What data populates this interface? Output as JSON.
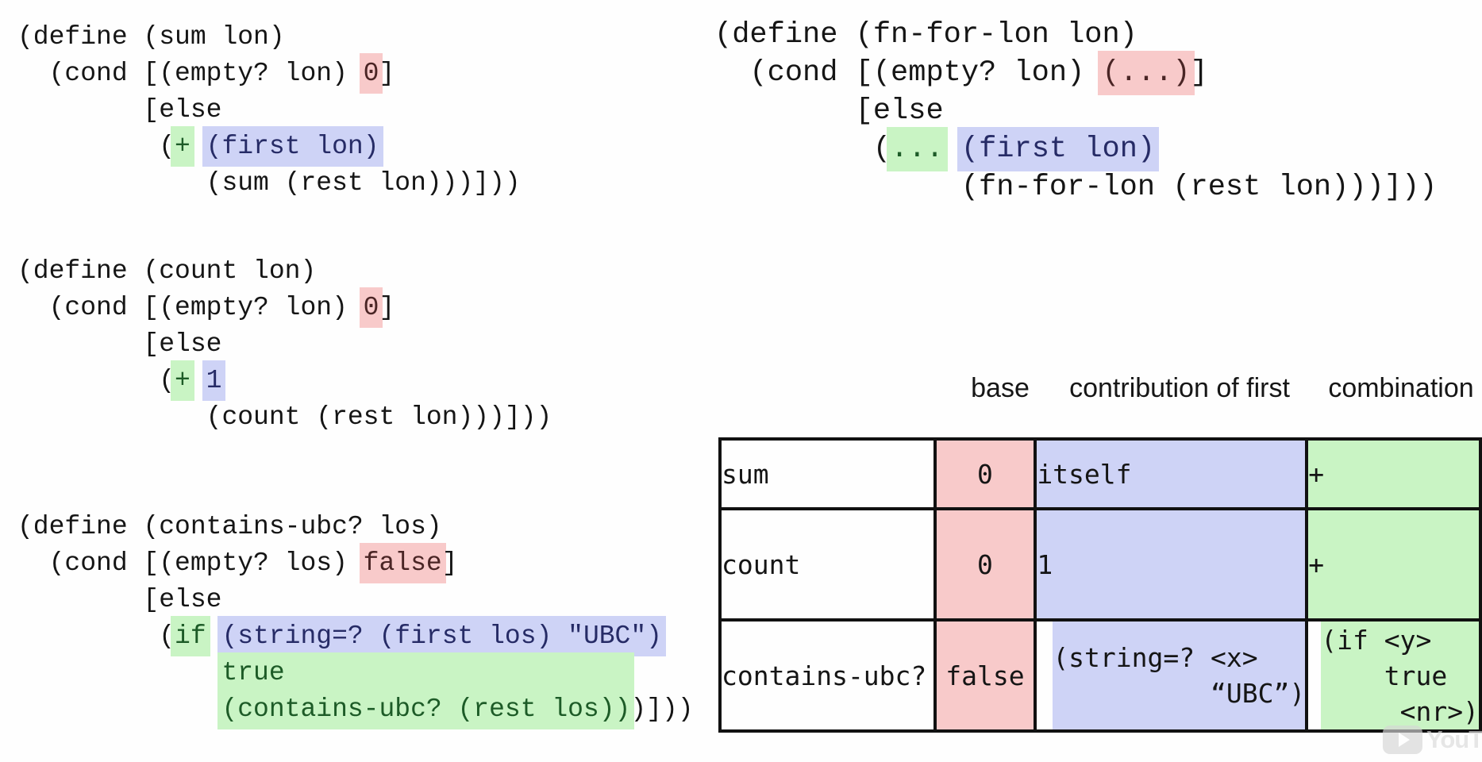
{
  "palette": {
    "highlight_pink": "#f8caca",
    "highlight_blue": "#ced3f6",
    "highlight_green": "#c9f4c4",
    "code_text": "#151515",
    "pink_text": "#4a2525",
    "blue_text": "#262b66",
    "green_text": "#1d5b27",
    "table_border": "#111111"
  },
  "code_blocks": [
    {
      "id": "sum",
      "lines": [
        [
          {
            "t": "(define (sum lon)"
          }
        ],
        [
          {
            "t": "  (cond [(empty? lon) "
          },
          {
            "t": "0",
            "hl": "pink"
          },
          {
            "t": "]"
          }
        ],
        [
          {
            "t": "        [else"
          }
        ],
        [
          {
            "t": "         ("
          },
          {
            "t": "+",
            "hl": "green"
          },
          {
            "t": " "
          },
          {
            "t": "(first lon)",
            "hl": "blue"
          }
        ],
        [
          {
            "t": "            (sum (rest lon)))]))"
          }
        ]
      ]
    },
    {
      "id": "fn-for-lon",
      "lines": [
        [
          {
            "t": "(define (fn-for-lon lon)"
          }
        ],
        [
          {
            "t": "  (cond [(empty? lon) "
          },
          {
            "t": "(...)",
            "hl": "pink"
          },
          {
            "t": "]"
          }
        ],
        [
          {
            "t": "        [else"
          }
        ],
        [
          {
            "t": "         ("
          },
          {
            "t": "...",
            "hl": "green"
          },
          {
            "t": " "
          },
          {
            "t": "(first lon)",
            "hl": "blue"
          }
        ],
        [
          {
            "t": "              (fn-for-lon (rest lon)))]))"
          }
        ]
      ]
    },
    {
      "id": "count",
      "lines": [
        [
          {
            "t": "(define (count lon)"
          }
        ],
        [
          {
            "t": "  (cond [(empty? lon) "
          },
          {
            "t": "0",
            "hl": "pink"
          },
          {
            "t": "]"
          }
        ],
        [
          {
            "t": "        [else"
          }
        ],
        [
          {
            "t": "         ("
          },
          {
            "t": "+",
            "hl": "green"
          },
          {
            "t": " "
          },
          {
            "t": "1",
            "hl": "blue"
          }
        ],
        [
          {
            "t": "            (count (rest lon)))]))"
          }
        ]
      ]
    },
    {
      "id": "contains-ubc",
      "lines": [
        [
          {
            "t": "(define (contains-ubc? los)"
          }
        ],
        [
          {
            "t": "  (cond [(empty? los) "
          },
          {
            "t": "false",
            "hl": "pink"
          },
          {
            "t": "]"
          }
        ],
        [
          {
            "t": "        [else"
          }
        ],
        [
          {
            "t": "         ("
          },
          {
            "t": "if",
            "hl": "green"
          },
          {
            "t": " "
          },
          {
            "t": "(string=? (first los) \"UBC\")",
            "hl": "blue"
          }
        ],
        [
          {
            "t": "             "
          },
          {
            "t": "true                      ",
            "hl": "green"
          }
        ],
        [
          {
            "t": "             "
          },
          {
            "t": "(contains-ubc? (rest los))",
            "hl": "green"
          },
          {
            "t": ")]))"
          }
        ]
      ]
    }
  ],
  "table": {
    "headers": [
      "base",
      "contribution of first",
      "combination"
    ],
    "rows": [
      {
        "name": "sum",
        "base": "0",
        "contribution": "itself",
        "combination": "+"
      },
      {
        "name": "count",
        "base": "0",
        "contribution": "1",
        "combination": "+"
      },
      {
        "name": "contains-ubc?",
        "base": "false",
        "contribution": "(string=? <x>\n          “UBC”)",
        "combination": "(if <y>\n    true\n     <nr>)"
      }
    ]
  },
  "watermark": {
    "label": "YouTube"
  }
}
